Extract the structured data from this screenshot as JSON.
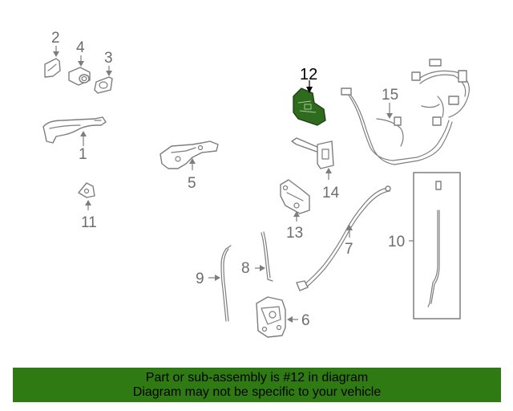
{
  "diagram": {
    "callouts": [
      "1",
      "2",
      "3",
      "4",
      "5",
      "6",
      "7",
      "8",
      "9",
      "10",
      "11",
      "12",
      "13",
      "14",
      "15"
    ],
    "highlighted_part": "12"
  },
  "banner": {
    "line1": "Part or sub-assembly is #12 in diagram",
    "line2": "Diagram may not be specific to your vehicle",
    "background": "#2f7a12",
    "text_color": "#000000"
  },
  "colors": {
    "highlight_part": "#2f6b1f",
    "line_art": "#7d7d7d"
  }
}
